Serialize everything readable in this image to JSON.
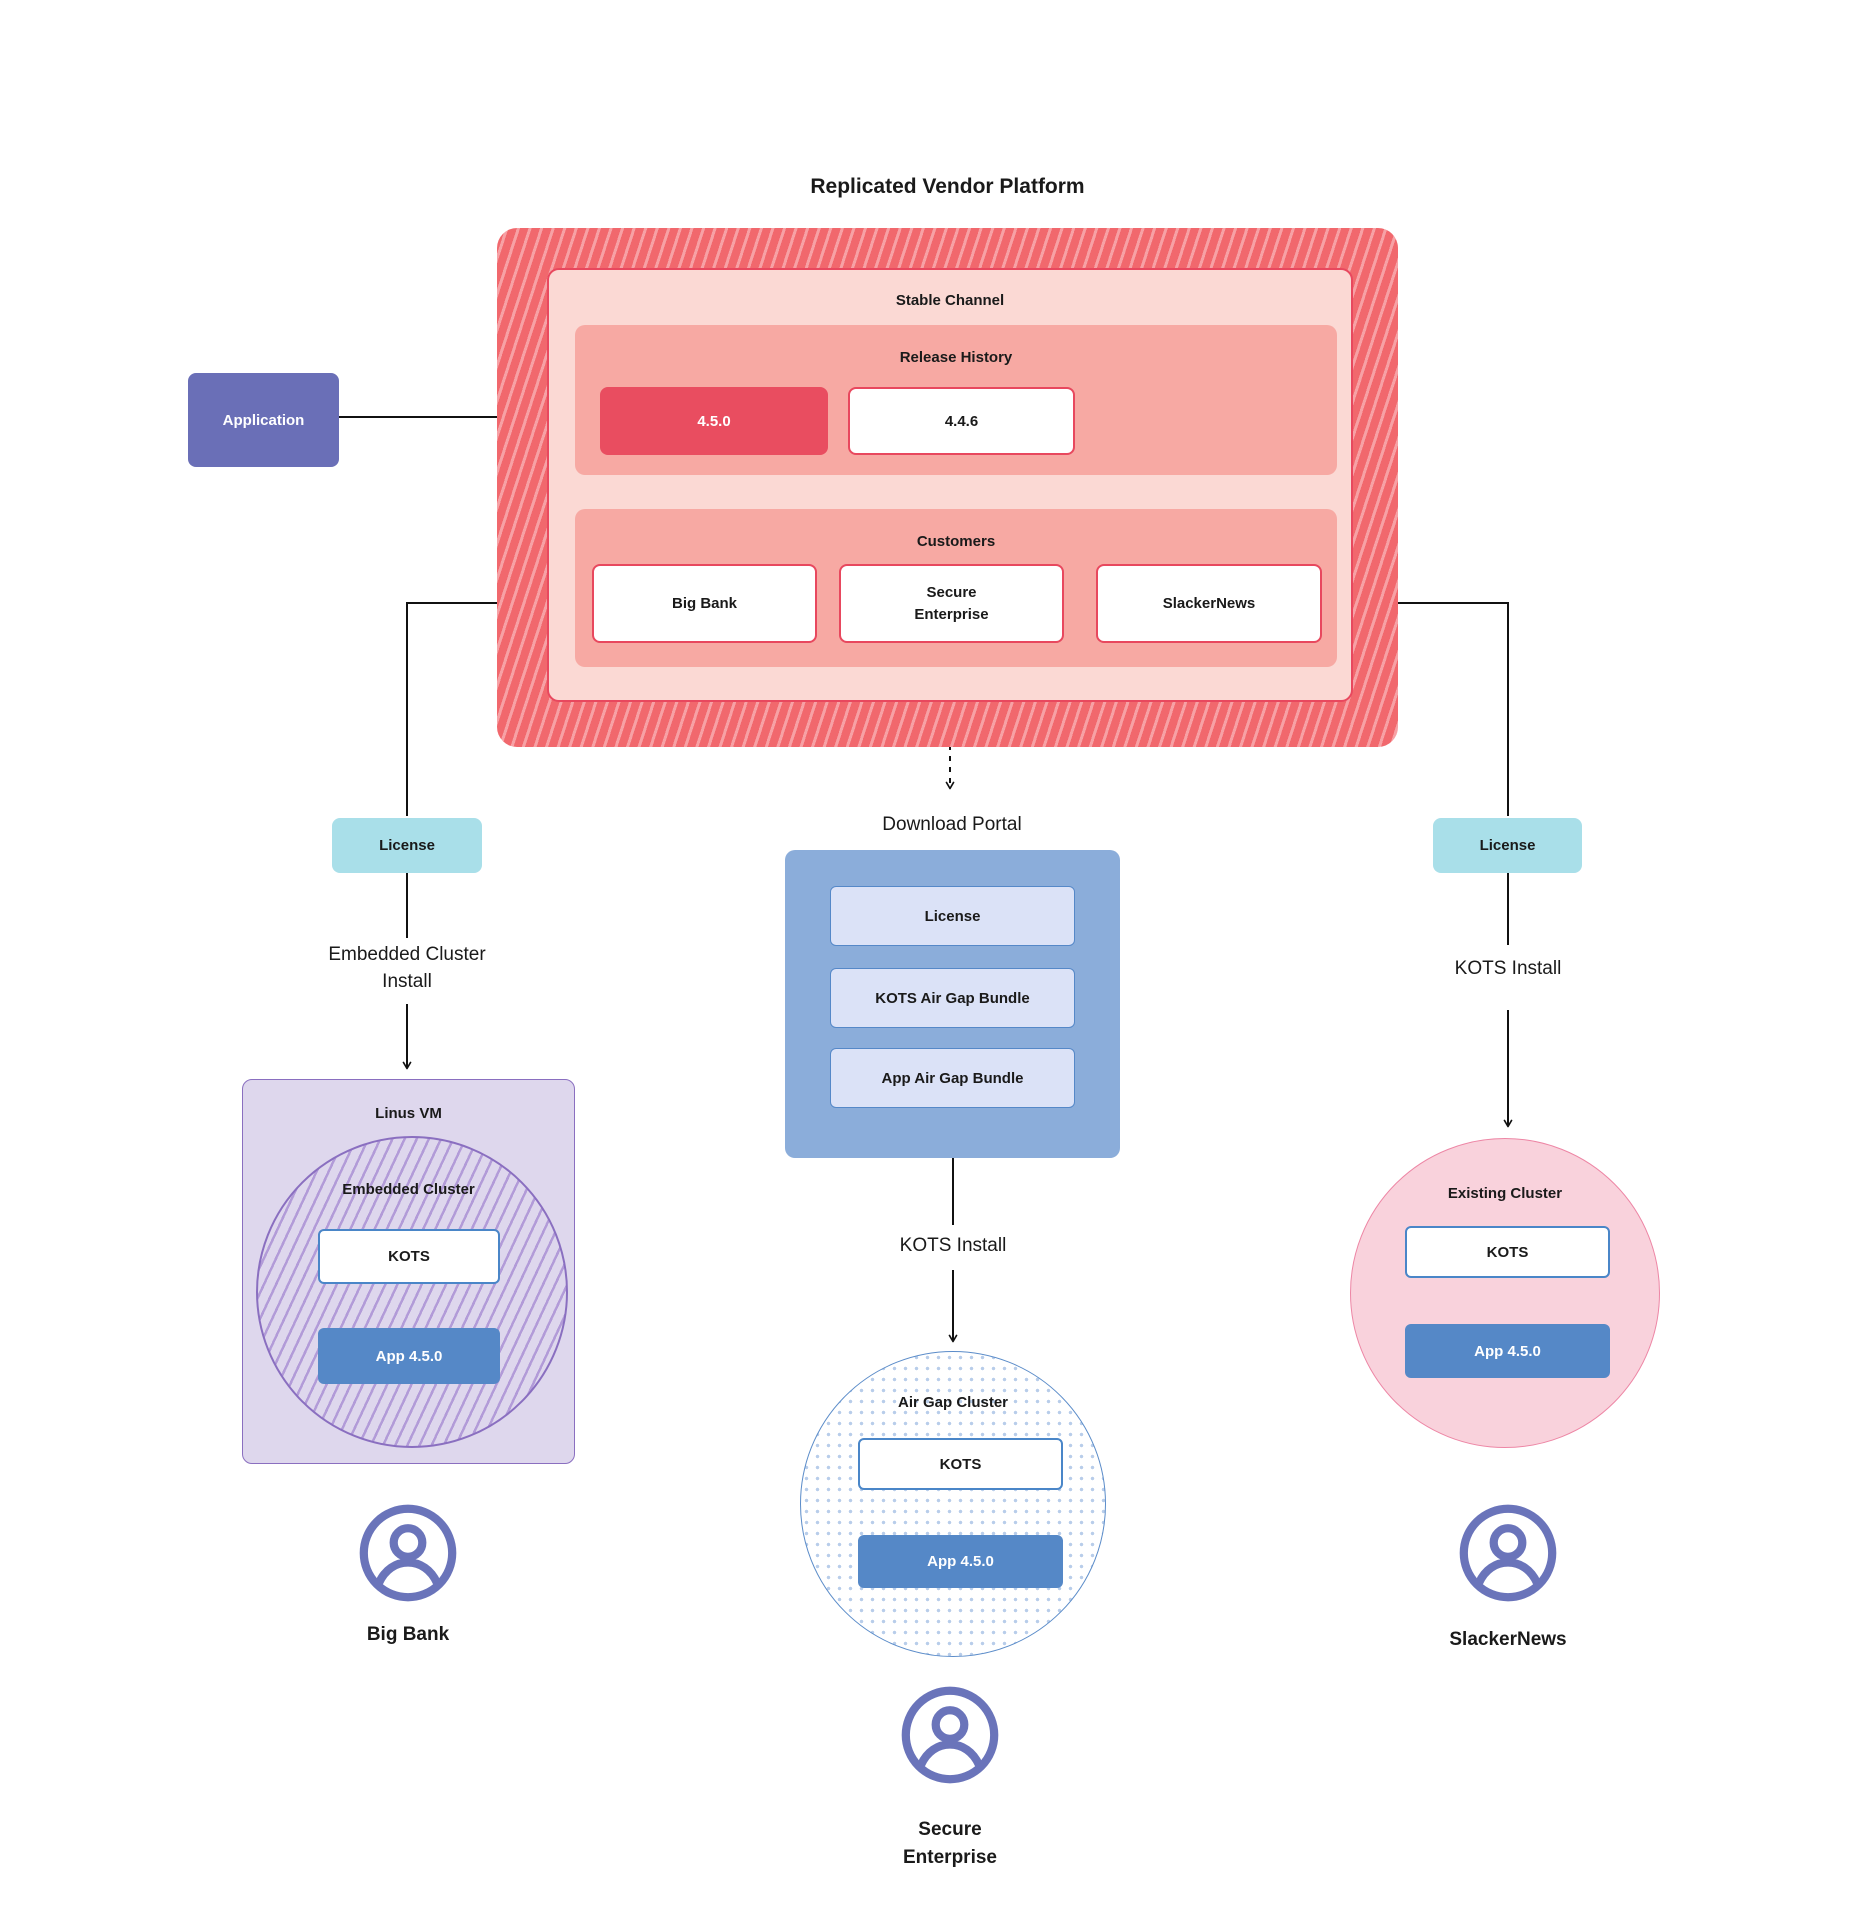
{
  "title": "Replicated Vendor Platform",
  "colors": {
    "hatch_red_base": "#f1686d",
    "hatch_red_stripe": "#f7a1a5",
    "red_border": "#e8485e",
    "release_highlight": "#e94d60",
    "salmon_panel": "#f7a9a3",
    "light_pink_panel": "#fbd9d4",
    "indigo_application": "#6a6fb7",
    "teal_license": "#a9dfe9",
    "portal_blue": "#8badda",
    "portal_item_fill": "#dbe2f7",
    "app_blue": "#5588c7",
    "kots_border_blue": "#4a86c8",
    "lavender_vm": "#ded7ed",
    "purple_border": "#8a6fc0",
    "pink_cluster_fill": "#f9d2dc",
    "pink_cluster_border": "#ed86a5",
    "user_icon_indigo": "#6a74ba"
  },
  "platform": {
    "stable_channel_label": "Stable Channel",
    "release_history_label": "Release History",
    "release_current": "4.5.0",
    "release_previous": "4.4.6",
    "customers_label": "Customers",
    "customers": [
      "Big Bank",
      "Secure\nEnterprise",
      "SlackerNews"
    ]
  },
  "application_label": "Application",
  "flows": {
    "left": {
      "license": "License",
      "install": "Embedded Cluster\nInstall",
      "vm_label": "Linus VM",
      "cluster_label": "Embedded Cluster",
      "kots": "KOTS",
      "app": "App 4.5.0",
      "user": "Big Bank"
    },
    "middle": {
      "portal_label": "Download Portal",
      "portal_items": [
        "License",
        "KOTS Air Gap Bundle",
        "App Air Gap Bundle"
      ],
      "install": "KOTS Install",
      "cluster_label": "Air Gap Cluster",
      "kots": "KOTS",
      "app": "App 4.5.0",
      "user": "Secure\nEnterprise"
    },
    "right": {
      "license": "License",
      "install": "KOTS Install",
      "cluster_label": "Existing Cluster",
      "kots": "KOTS",
      "app": "App 4.5.0",
      "user": "SlackerNews"
    }
  }
}
